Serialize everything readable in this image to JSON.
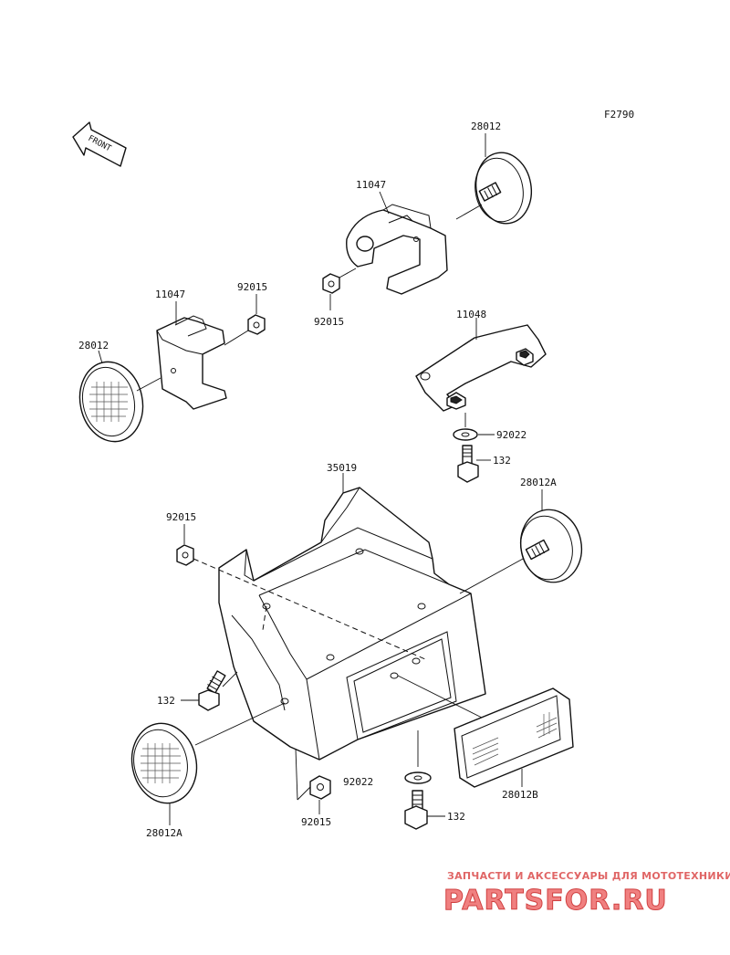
{
  "figure_code": "F2790",
  "front_label": "FRONT",
  "callouts": {
    "reflector_top": "28012",
    "bracket_top": "11047",
    "nut_top": "92015",
    "bracket_left": "11047",
    "nut_left": "92015",
    "reflector_left": "28012",
    "stay": "11048",
    "washer_stay": "92022",
    "bolt_stay": "132",
    "plate_bracket": "35019",
    "nut_mid_left": "92015",
    "reflector_right": "28012A",
    "bolt_left": "132",
    "reflector_bottom_left": "28012A",
    "washer_bottom": "92022",
    "nut_bottom": "92015",
    "bolt_bottom": "132",
    "reflector_rect": "28012B"
  },
  "watermark": {
    "tagline": "ЗАПЧАСТИ И АКСЕССУАРЫ ДЛЯ МОТОТЕХНИКИ",
    "logo": "PARTSFOR.RU"
  }
}
